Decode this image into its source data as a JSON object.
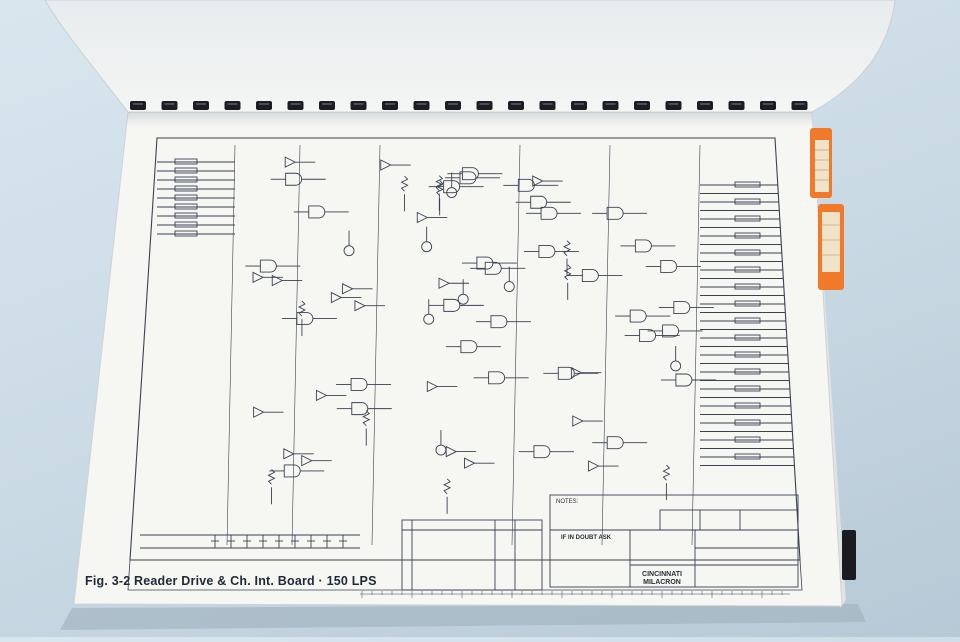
{
  "caption": "Fig. 3-2  Reader Drive & Ch. Int. Board · 150 LPS",
  "notes_heading": "NOTES:",
  "title_block": {
    "brand_line1": "CINCINNATI",
    "brand_line2": "MILACRON",
    "if_in_doubt": "IF IN DOUBT ASK"
  },
  "colors": {
    "background": "#c9d9e4",
    "paper": "#f6f6f3",
    "ink": "#2b3340",
    "binding_coil": "#1b1d22",
    "tab_orange": "#f07a2a"
  }
}
